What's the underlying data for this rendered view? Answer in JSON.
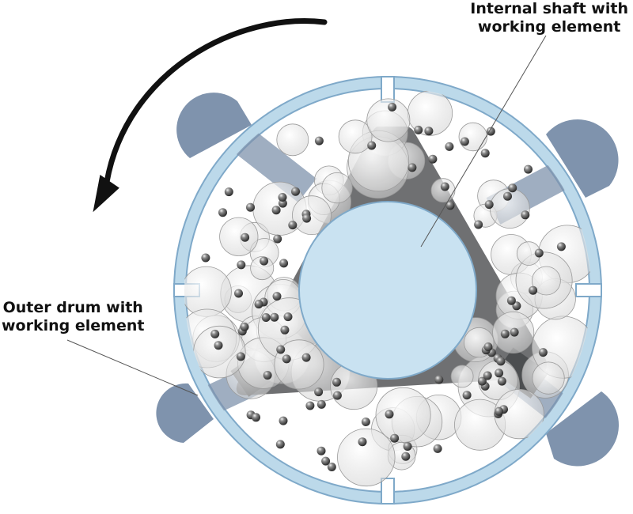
{
  "labels": {
    "internal_shaft": [
      "Internal shaft with",
      "working element"
    ],
    "outer_drum": [
      "Outer drum with",
      "working element"
    ]
  },
  "colors": {
    "drum": "#bcd9ea",
    "drum_stroke": "#7fa9c9",
    "shaft": "#c9e2f1",
    "triangle": "#5f6163",
    "paddle": "#7f93ad",
    "bubble": "#e3e3e3",
    "ball": "#4a4a4a",
    "arrow": "#111111"
  },
  "icons": {
    "rotation": "curved-arrow-icon"
  }
}
